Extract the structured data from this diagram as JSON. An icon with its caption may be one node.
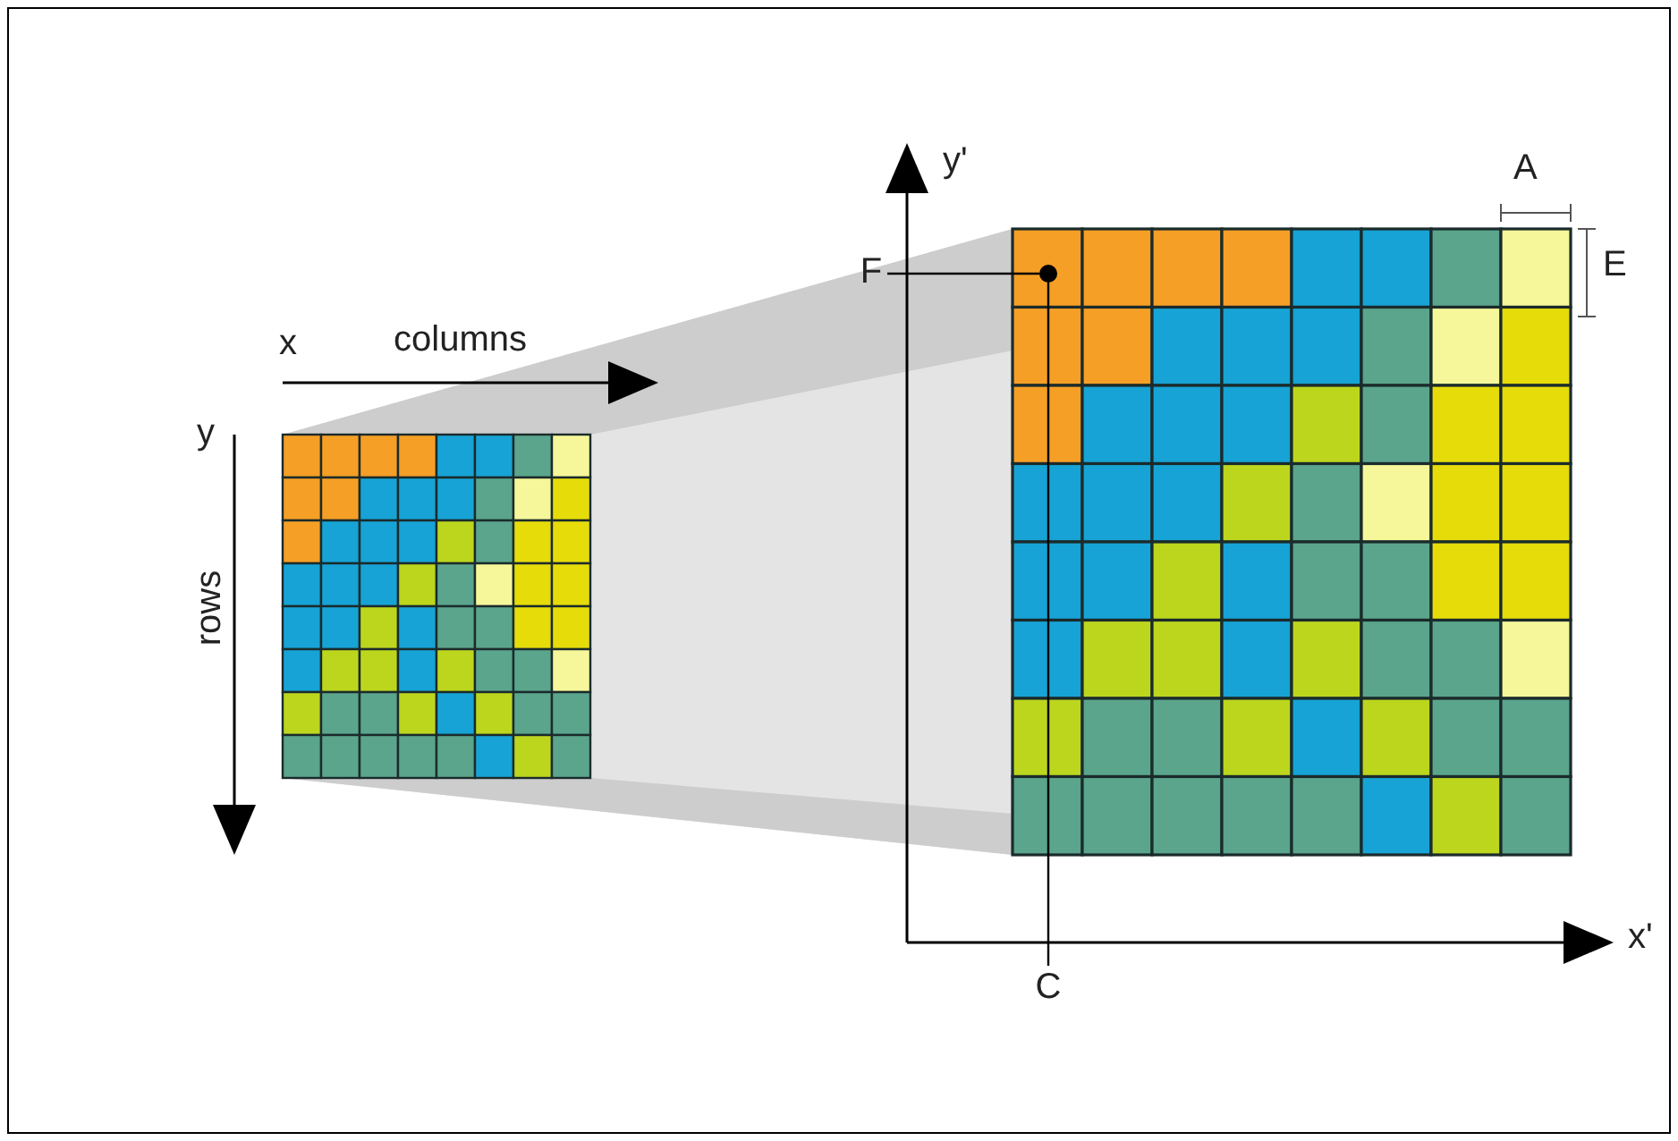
{
  "diagram": {
    "nodes": [
      {
        "text": [
          "F"
        ]
      },
      {
        "text": [
          "C"
        ]
      },
      {
        "text": [],
        "shape": "circle"
      }
    ],
    "edges": [
      {
        "from": 0,
        "to": 2,
        "arrow": "none"
      },
      {
        "from": 1,
        "to": 2,
        "arrow": "none"
      }
    ],
    "labels": [
      "y'",
      "A",
      "E",
      "x",
      "columns",
      "y",
      "rows",
      "x'"
    ]
  }
}
